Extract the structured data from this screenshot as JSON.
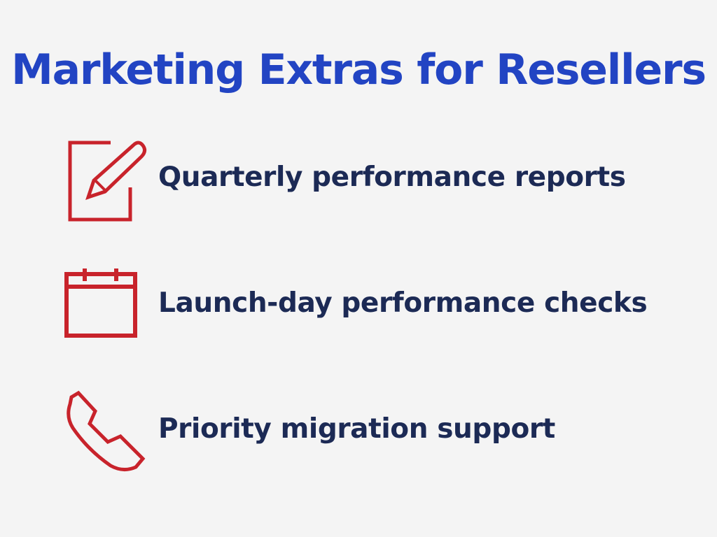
{
  "title": "Marketing Extras for Resellers",
  "colors": {
    "background": "#f4f4f4",
    "title": "#2244c3",
    "item_text": "#1c2a55",
    "icon": "#c8232b"
  },
  "items": [
    {
      "icon": "edit-document-icon",
      "label": "Quarterly performance reports"
    },
    {
      "icon": "calendar-icon",
      "label": "Launch-day performance checks"
    },
    {
      "icon": "phone-icon",
      "label": "Priority migration support"
    }
  ]
}
